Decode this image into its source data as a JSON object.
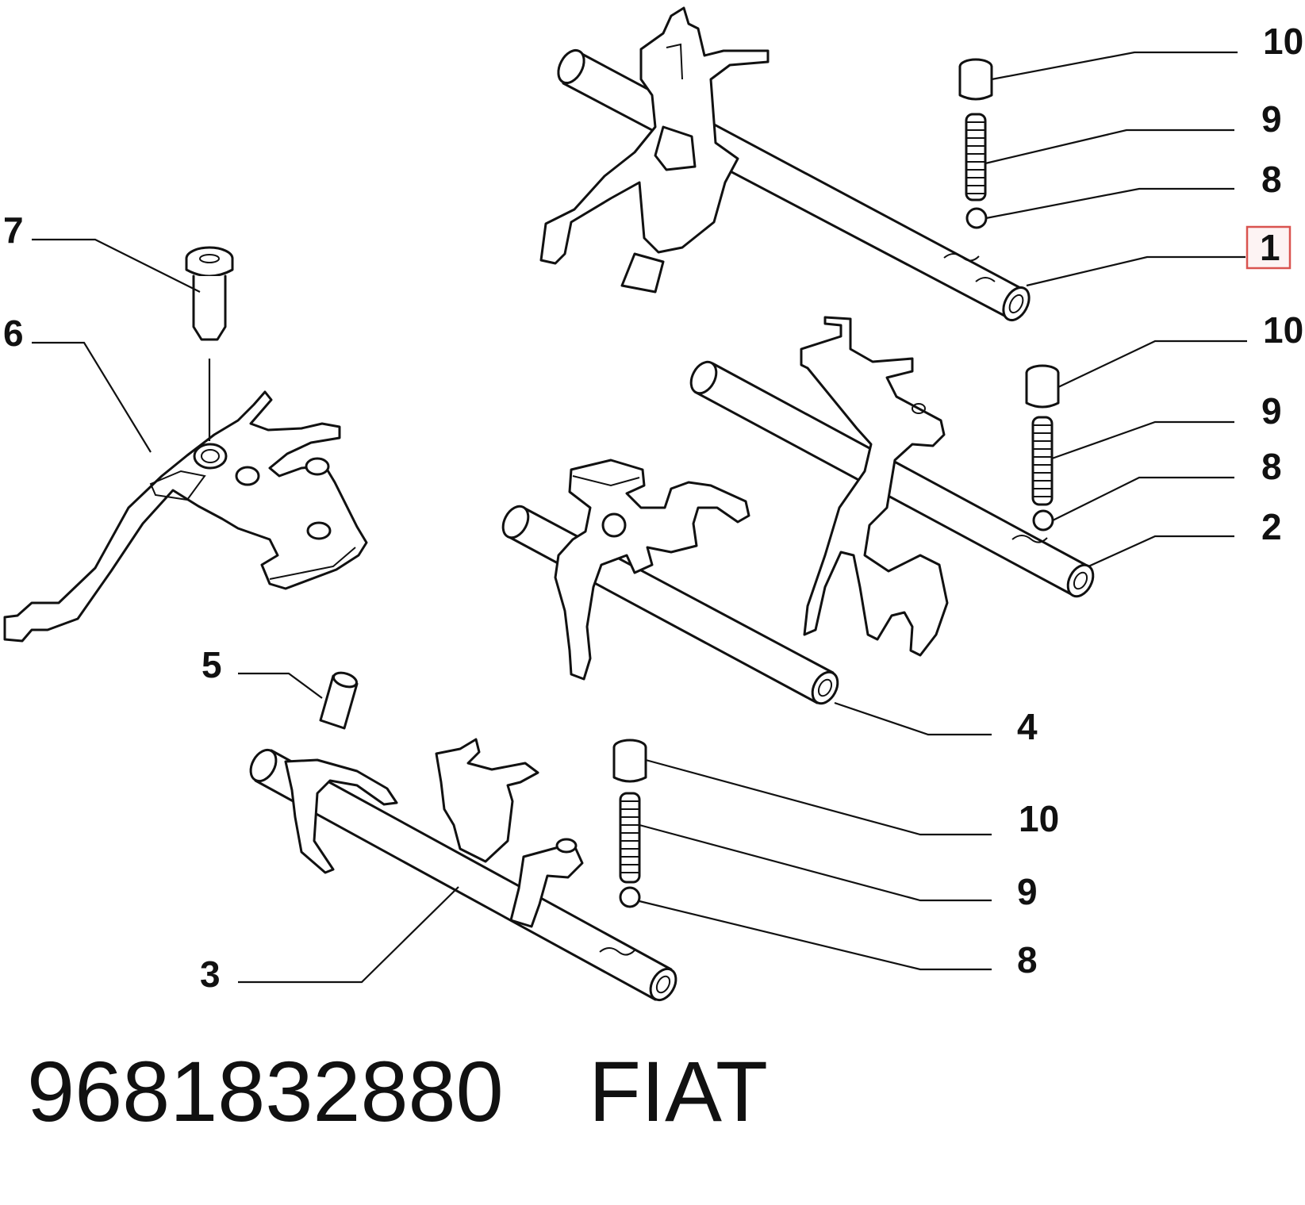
{
  "callouts": {
    "c10a": "10",
    "c9a": "9",
    "c8a": "8",
    "c1": "1",
    "c10b": "10",
    "c9b": "9",
    "c8b": "8",
    "c2": "2",
    "c7": "7",
    "c6": "6",
    "c5": "5",
    "c4": "4",
    "c10c": "10",
    "c9c": "9",
    "c8c": "8",
    "c3": "3"
  },
  "highlight": {
    "color": "#d9534f",
    "callout": "1"
  },
  "footer": {
    "part_number": "9681832880",
    "brand": "FIAT"
  },
  "icons": {
    "parts": [
      "shift-rod",
      "shift-fork",
      "selector-lever",
      "pin",
      "roller",
      "detent-plug",
      "detent-spring",
      "ball"
    ]
  }
}
